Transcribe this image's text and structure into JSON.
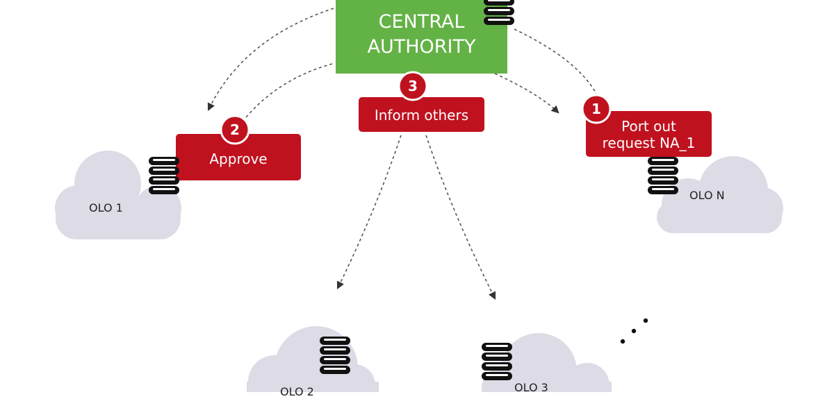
{
  "central_authority": {
    "title_line1": "CENTRAL",
    "title_line2": "AUTHORITY",
    "color": "#63b246"
  },
  "steps": [
    {
      "number": "1",
      "label_line1": "Port out",
      "label_line2": "request NA_1"
    },
    {
      "number": "2",
      "label": "Approve"
    },
    {
      "number": "3",
      "label": "Inform others"
    }
  ],
  "operators": {
    "olo1": "OLO 1",
    "olo2": "OLO 2",
    "olo3": "OLO 3",
    "olon": "OLO N"
  },
  "colors": {
    "step_box": "#c0111f",
    "cloud": "#dddbe6",
    "database": "#111111",
    "arrow": "#555555"
  },
  "icons": {
    "database": "database-icon",
    "cloud": "cloud-icon",
    "more": "ellipsis-icon"
  }
}
